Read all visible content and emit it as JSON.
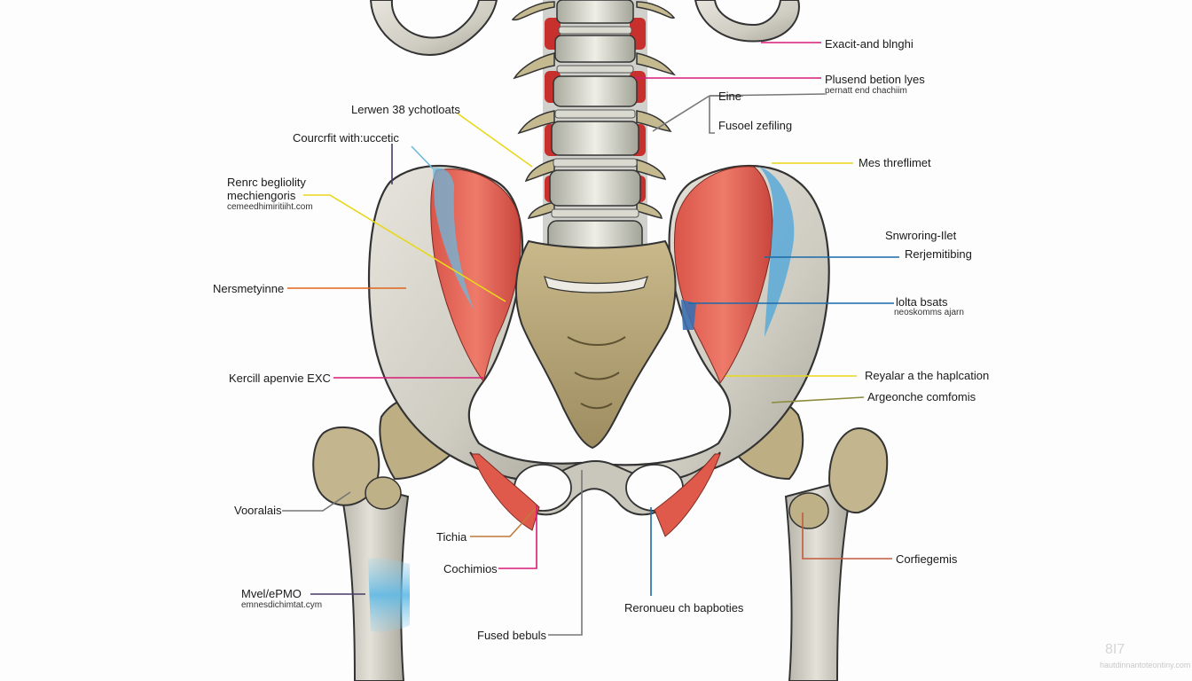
{
  "labels": {
    "exacit": "Exacit-and blnghi",
    "plusend": "Plusend betion lyes",
    "plusend_sub": "pernatt end chachiim",
    "eine": "Eine",
    "fusel": "Fusoel zefiling",
    "lerwen": "Lerwen 38 ychotloats",
    "courcrfit": "Courcrfit with:uccetic",
    "mes": "Mes threflimet",
    "renrc_1": "Renrc begliolity",
    "renrc_2": "mechiengoris",
    "renrc_sub": "cemeedhimiritiiht.com",
    "snworing": "Snwroring-Ilet",
    "reriemi": "Rerjemitibing",
    "nersmety": "Nersmetyinne",
    "lolta": "lolta bsats",
    "lolta_sub": "neoskomms ajarn",
    "kercill": "Kercill apenvie EXC",
    "reyalar": "Reyalar a the haplcation",
    "argeonche": "Argeonche comfomis",
    "vooralais": "Vooralais",
    "tichia": "Tichia",
    "cochimios": "Cochimios",
    "corfiegemis": "Corfiegemis",
    "mvel": "Mvel/ePMO",
    "mvel_sub": "emnesdichimtat.cym",
    "reronueu": "Reronueu ch bapboties",
    "fused_bebuls": "Fused bebuls"
  },
  "watermark": {
    "logo": "8I7",
    "url": "hautdinnantoteontiny.com"
  },
  "colors": {
    "bone": "#d3d1c6",
    "bone_shade": "#a8a69a",
    "sacrum": "#b8a87e",
    "muscle": "#e4685a",
    "tendon": "#6cb8dc",
    "disc": "#c8302e",
    "leader_magenta": "#d81b78",
    "leader_yellow": "#e9d71a",
    "leader_blue": "#1a6aa8",
    "leader_orange": "#e0641e",
    "leader_gray": "#777777"
  }
}
